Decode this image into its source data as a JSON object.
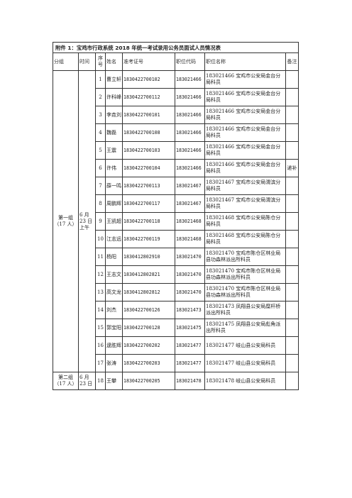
{
  "title": "附件 1：宝鸡市行政系统 2018 年统一考试录用公务员面试人员情况表",
  "headers": {
    "group": "分组",
    "time": "时间",
    "seq": "序号",
    "name": "姓名",
    "exam_id": "准考证号",
    "pos_code": "职位代码",
    "pos_name": "职位名称",
    "note": "备注"
  },
  "groups": [
    {
      "label": "第一组（17 人）",
      "time": "6 月 23 日上午"
    },
    {
      "label": "第二组（17 人）",
      "time": "6 月 23 日"
    }
  ],
  "rows": [
    {
      "seq": "1",
      "name": "曹立轩",
      "exam_id": "1830422700102",
      "pos_code": "183021466",
      "pos_name": "183021466 宝鸡市公安局金台分局科员",
      "note": ""
    },
    {
      "seq": "2",
      "name": "许科峰",
      "exam_id": "1830422700112",
      "pos_code": "183021466",
      "pos_name": "183021466 宝鸡市公安局金台分局科员",
      "note": ""
    },
    {
      "seq": "3",
      "name": "李垚刘",
      "exam_id": "1830422700101",
      "pos_code": "183021466",
      "pos_name": "183021466 宝鸡市公安局金台分局科员",
      "note": ""
    },
    {
      "seq": "4",
      "name": "魏磊",
      "exam_id": "1830422700108",
      "pos_code": "183021466",
      "pos_name": "183021466 宝鸡市公安局金台分局科员",
      "note": ""
    },
    {
      "seq": "5",
      "name": "王震",
      "exam_id": "1830422700103",
      "pos_code": "183021466",
      "pos_name": "183021466 宝鸡市公安局金台分局科员",
      "note": ""
    },
    {
      "seq": "6",
      "name": "许伟",
      "exam_id": "1830422700104",
      "pos_code": "183021466",
      "pos_name": "183021466 宝鸡市公安局金台分局科员",
      "note": "递补"
    },
    {
      "seq": "7",
      "name": "薛一鸣",
      "exam_id": "1830422700113",
      "pos_code": "183021467",
      "pos_name": "183021467 宝鸡市公安局渭滨分局科员",
      "note": ""
    },
    {
      "seq": "8",
      "name": "周鹏辉",
      "exam_id": "1830422700117",
      "pos_code": "183021467",
      "pos_name": "183021467 宝鸡市公安局渭滨分局科员",
      "note": ""
    },
    {
      "seq": "9",
      "name": "王凯超",
      "exam_id": "1830422700118",
      "pos_code": "183021468",
      "pos_name": "183021468 宝鸡市公安局陈仓分局科员",
      "note": ""
    },
    {
      "seq": "10",
      "name": "江志远",
      "exam_id": "1830422700119",
      "pos_code": "183021468",
      "pos_name": "183021468 宝鸡市公安局陈仓分局科员",
      "note": ""
    },
    {
      "seq": "11",
      "name": "杨阳",
      "exam_id": "1830412802910",
      "pos_code": "183021470",
      "pos_name": "183021470 宝鸡市陈仓区林业局县功森林派出所科员",
      "note": ""
    },
    {
      "seq": "12",
      "name": "王志文",
      "exam_id": "1830412802821",
      "pos_code": "183021470",
      "pos_name": "183021470 宝鸡市陈仓区林业局县功森林派出所科员",
      "note": ""
    },
    {
      "seq": "13",
      "name": "高文龙",
      "exam_id": "1830412802812",
      "pos_code": "183021470",
      "pos_name": "183021470 宝鸡市陈仓区林业局县功森林派出所科员",
      "note": ""
    },
    {
      "seq": "14",
      "name": "刘杰",
      "exam_id": "1830422700126",
      "pos_code": "183021473",
      "pos_name": "183021473 凤翔县公安局糜杆桥派出所科员",
      "note": ""
    },
    {
      "seq": "15",
      "name": "郭宝阳",
      "exam_id": "1830422700128",
      "pos_code": "183021475",
      "pos_name": "183021475 凤翔县公安局彪角派出所科员",
      "note": ""
    },
    {
      "seq": "16",
      "name": "逯胜辉",
      "exam_id": "1830422700202",
      "pos_code": "183021477",
      "pos_name": "183021477 岐山县公安局科员",
      "note": ""
    },
    {
      "seq": "17",
      "name": "张涛",
      "exam_id": "1830422700203",
      "pos_code": "183021477",
      "pos_name": "183021477 岐山县公安局科员",
      "note": ""
    },
    {
      "seq": "18",
      "name": "王攀",
      "exam_id": "1830422700205",
      "pos_code": "183021478",
      "pos_name": "183021478 岐山县公安局科员",
      "note": ""
    }
  ]
}
